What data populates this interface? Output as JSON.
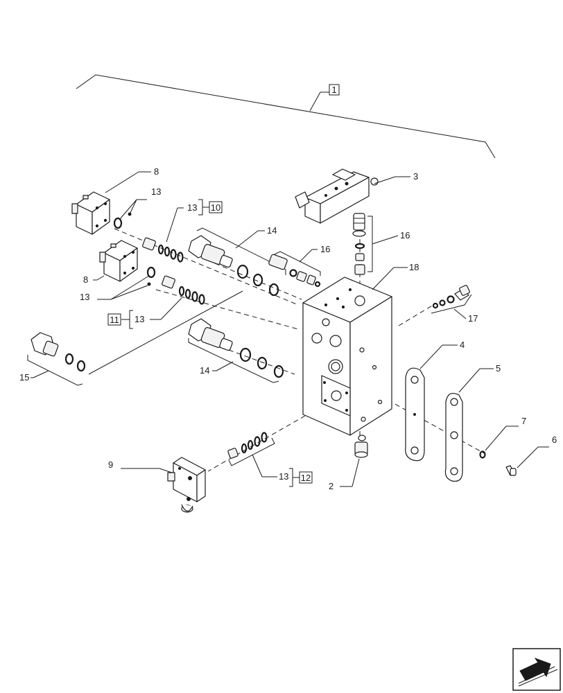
{
  "callouts": {
    "c1": "1",
    "c2": "2",
    "c3": "3",
    "c4": "4",
    "c5": "5",
    "c6": "6",
    "c7": "7",
    "c8a": "8",
    "c8b": "8",
    "c9": "9",
    "c10": "10",
    "c11": "11",
    "c12": "12",
    "c13a": "13",
    "c13b": "13",
    "c13c": "13",
    "c13d": "13",
    "c13e": "13",
    "c14a": "14",
    "c14b": "14",
    "c15": "15",
    "c16a": "16",
    "c16b": "16",
    "c17": "17",
    "c18": "18"
  },
  "nav_icon": "arrow-navigation-icon"
}
